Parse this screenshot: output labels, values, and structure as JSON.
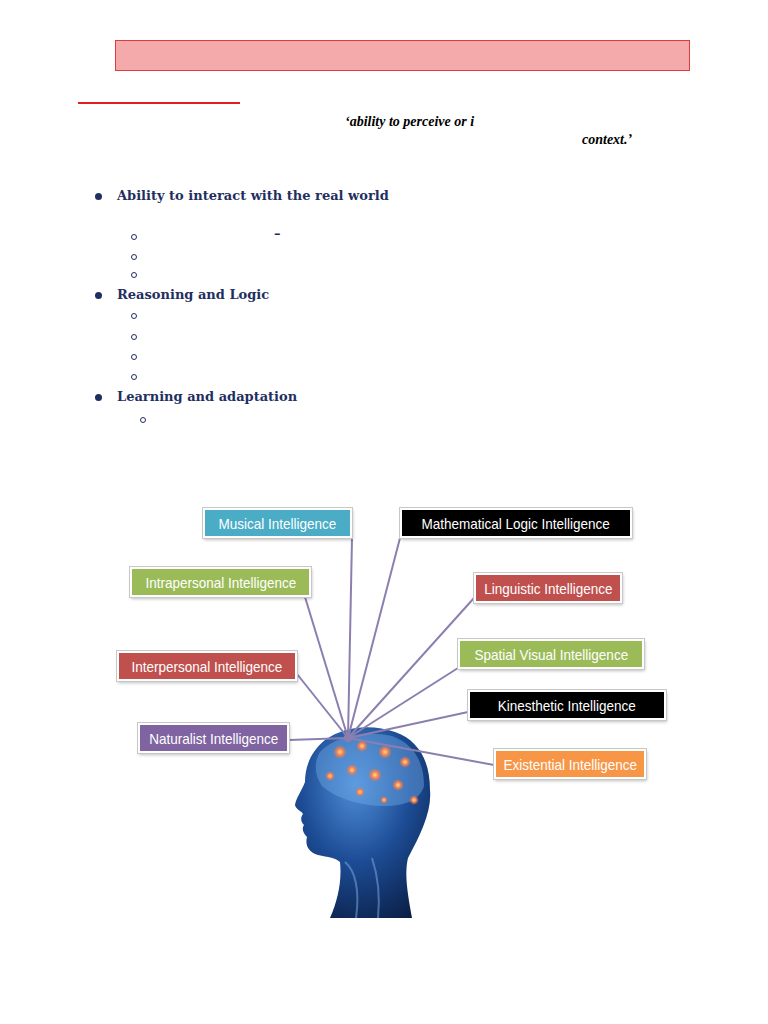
{
  "diagram": {
    "nodes": [
      {
        "text": [
          "Musical Intelligence"
        ]
      },
      {
        "text": [
          "Mathematical Logic Intelligence"
        ]
      },
      {
        "text": [
          "Intrapersonal Intelligence"
        ]
      },
      {
        "text": [
          "Linguistic Intelligence"
        ]
      },
      {
        "text": [
          "Spatial Visual Intelligence"
        ]
      },
      {
        "text": [
          "Interpersonal Intelligence"
        ]
      },
      {
        "text": [
          "Kinesthetic Intelligence"
        ]
      },
      {
        "text": [
          "Naturalist Intelligence"
        ]
      },
      {
        "text": [
          "Existential Intelligence"
        ]
      }
    ],
    "labels": [
      "‘ability to perceive or i",
      "context.’",
      "Ability to interact with the real world",
      "–",
      "Reasoning and Logic",
      "Learning and adaptation"
    ]
  }
}
